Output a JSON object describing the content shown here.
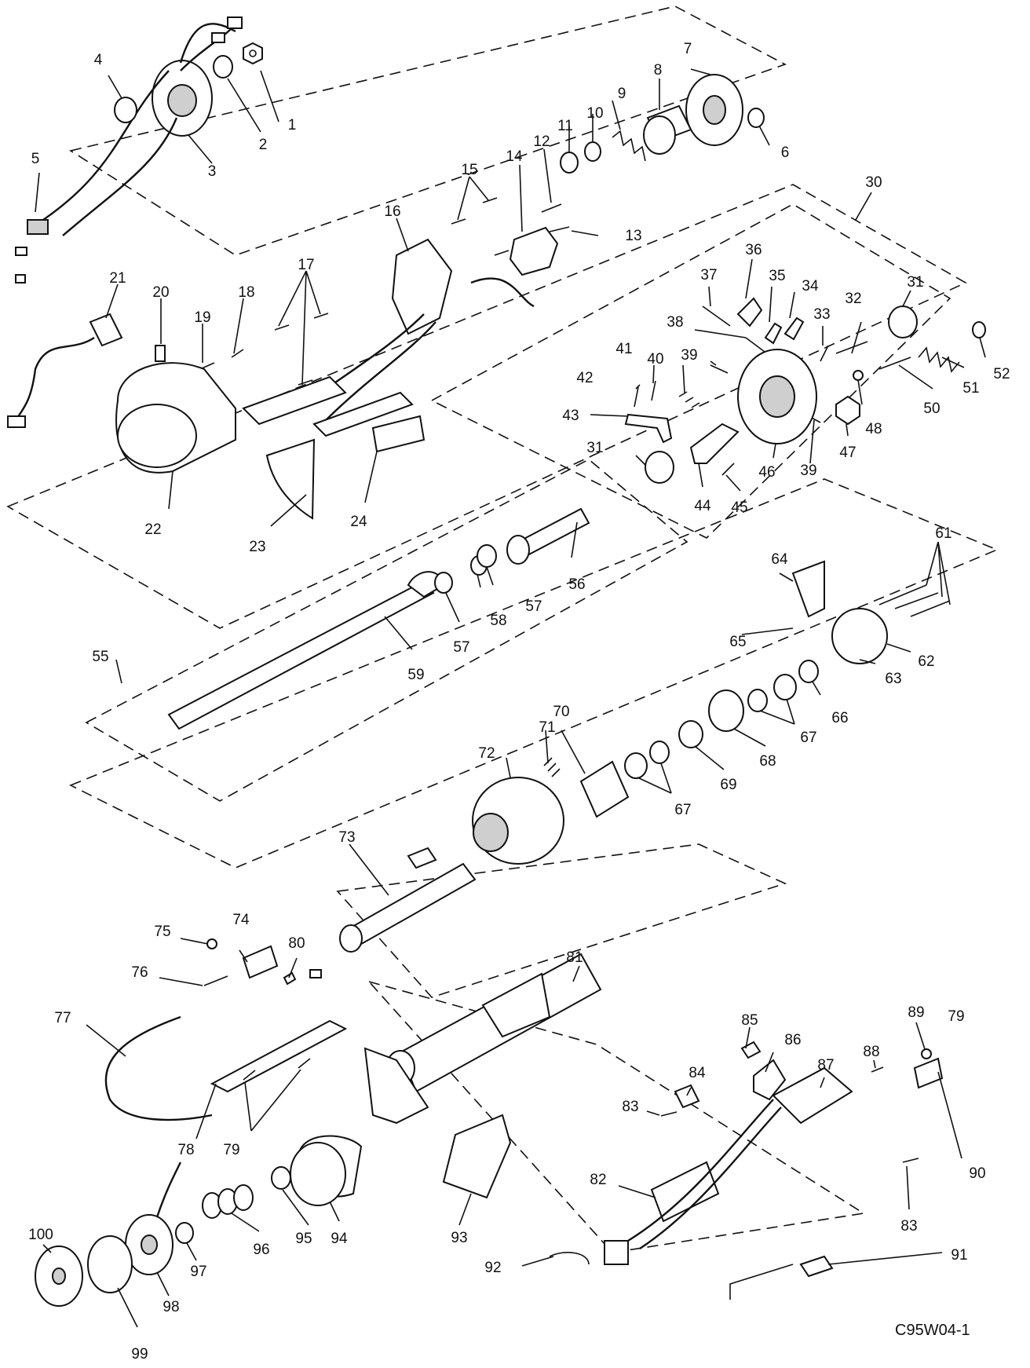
{
  "diagram": {
    "code": "C95W04-1",
    "labels": [
      "1",
      "2",
      "3",
      "4",
      "5",
      "6",
      "7",
      "8",
      "9",
      "10",
      "11",
      "12",
      "13",
      "14",
      "15",
      "16",
      "17",
      "18",
      "19",
      "20",
      "21",
      "22",
      "23",
      "24",
      "30",
      "31",
      "31",
      "32",
      "33",
      "34",
      "35",
      "36",
      "37",
      "38",
      "39",
      "39",
      "40",
      "41",
      "42",
      "43",
      "44",
      "45",
      "46",
      "47",
      "48",
      "50",
      "51",
      "52",
      "55",
      "56",
      "57",
      "57",
      "58",
      "59",
      "61",
      "62",
      "63",
      "64",
      "65",
      "66",
      "67",
      "67",
      "68",
      "69",
      "70",
      "71",
      "72",
      "73",
      "74",
      "75",
      "76",
      "77",
      "78",
      "79",
      "79",
      "80",
      "81",
      "82",
      "83",
      "83",
      "84",
      "85",
      "86",
      "87",
      "88",
      "89",
      "90",
      "91",
      "92",
      "93",
      "94",
      "95",
      "96",
      "97",
      "98",
      "99",
      "100"
    ]
  }
}
